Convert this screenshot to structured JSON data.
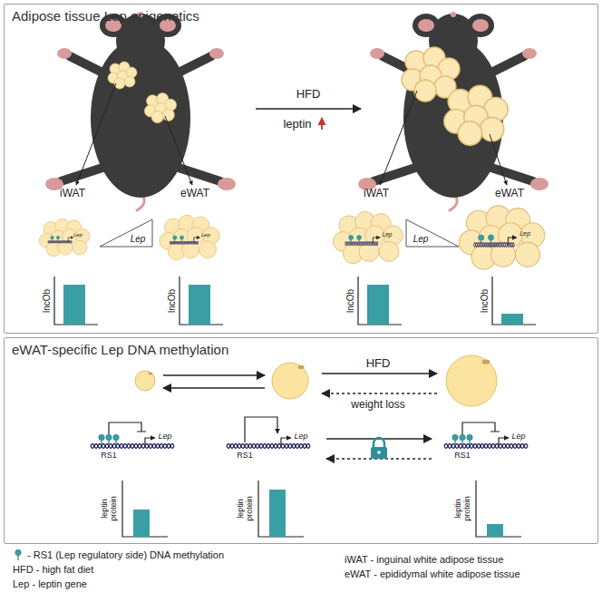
{
  "diagram": {
    "nodes": [
      {
        "text": [
          "Adipose tissue Lep epigenetics"
        ]
      },
      {
        "text": [
          "eWAT-specific Lep DNA methylation"
        ]
      }
    ],
    "labels": [
      "HFD",
      "leptin",
      "iWAT",
      "eWAT",
      "iWAT",
      "eWAT",
      "Lep",
      "Lep",
      "Lep",
      "Lep",
      "Lep",
      "Lep",
      "lncOb",
      "lncOb",
      "lncOb",
      "lncOb",
      "HFD",
      "weight loss",
      "RS1",
      "Lep",
      "RS1",
      "Lep",
      "RS1",
      "Lep",
      "leptin protein",
      "leptin protein",
      "leptin protein"
    ],
    "legend": [
      {
        "text": "- RS1 (Lep regulatory side) DNA methylation"
      },
      {
        "text": "HFD - high fat diet"
      },
      {
        "text": "Lep - leptin gene"
      },
      {
        "text": "iWAT - inguinal white adipose tissue"
      },
      {
        "text": "eWAT - epididymal white adipose tissue"
      }
    ]
  }
}
